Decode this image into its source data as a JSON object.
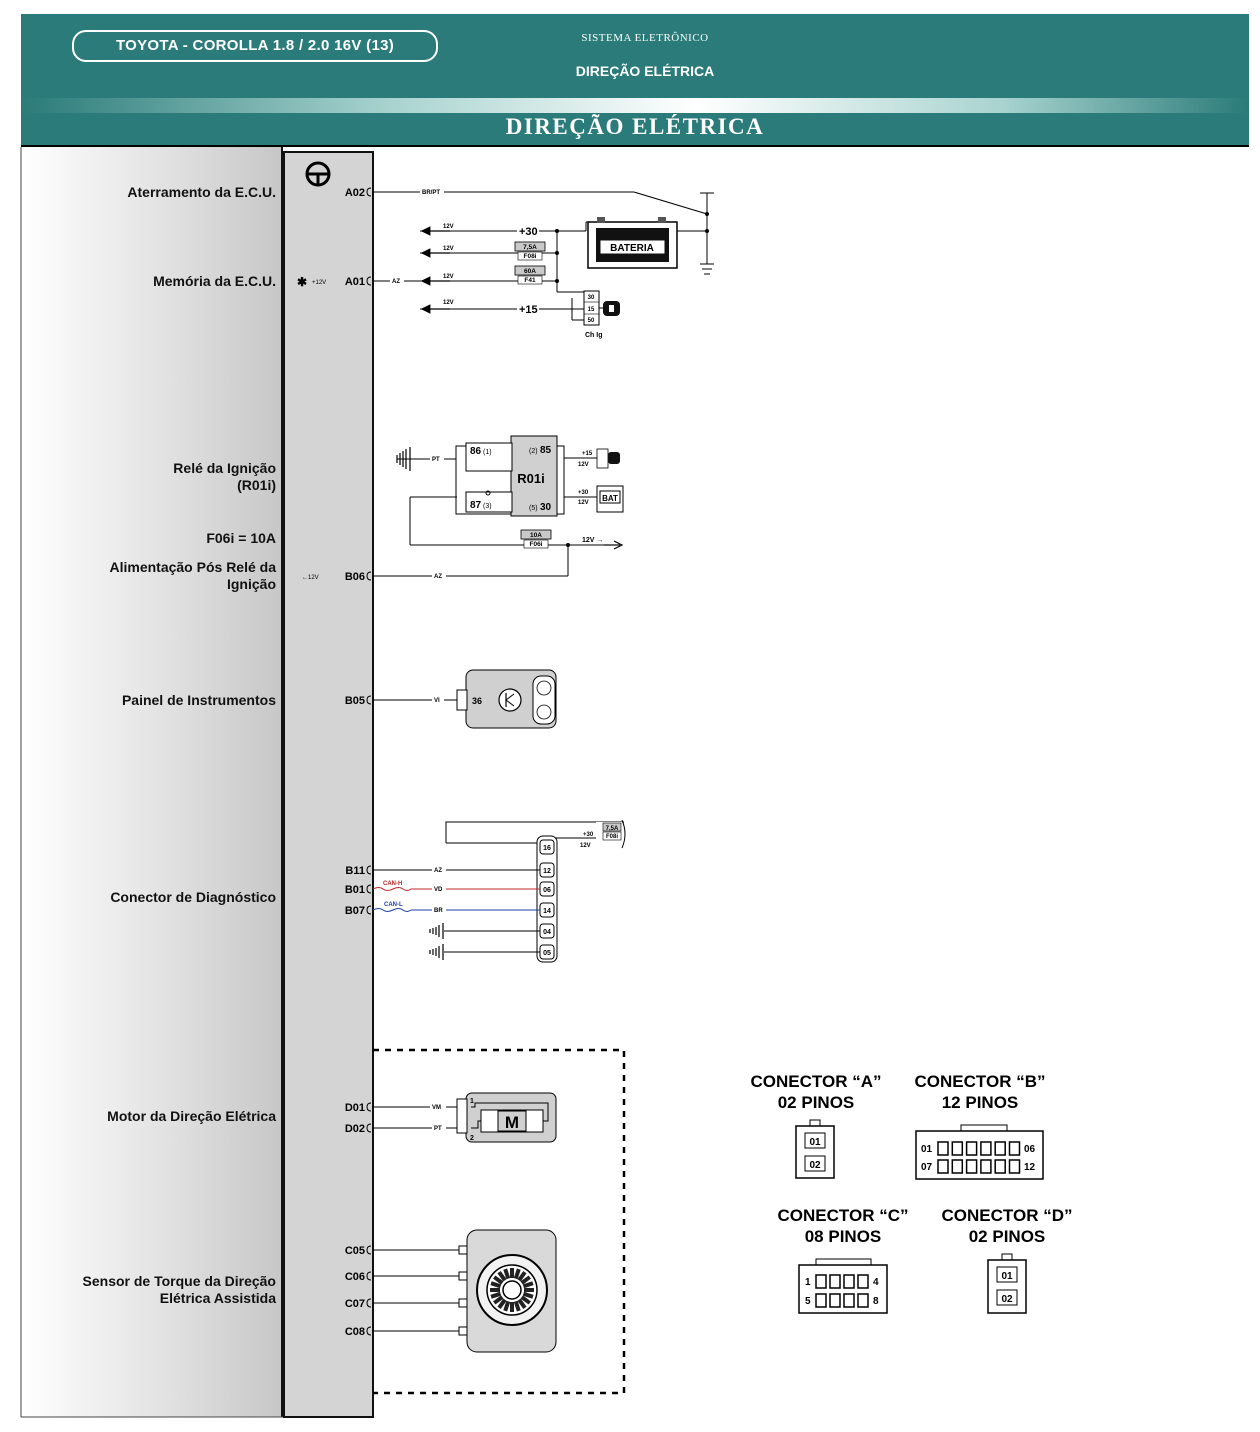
{
  "header": {
    "vehicle": "TOYOTA - COROLLA 1.8 / 2.0 16V (13)",
    "system": "SISTEMA ELETRÔNICO",
    "subtitle": "DIREÇÃO ELÉTRICA",
    "title": "DIREÇÃO ELÉTRICA"
  },
  "components": [
    {
      "id": "ground",
      "lines": [
        "Aterramento da E.C.U."
      ]
    },
    {
      "id": "memory",
      "lines": [
        "Memória da E.C.U."
      ]
    },
    {
      "id": "relay",
      "lines": [
        "Relé da Ignição",
        "(R01i)"
      ]
    },
    {
      "id": "fuse",
      "lines": [
        "F06i = 10A"
      ]
    },
    {
      "id": "post-relay",
      "lines": [
        "Alimentação Pós Relé da",
        "Ignição"
      ]
    },
    {
      "id": "cluster",
      "lines": [
        "Painel de Instrumentos"
      ]
    },
    {
      "id": "diag",
      "lines": [
        "Conector de Diagnóstico"
      ]
    },
    {
      "id": "motor",
      "lines": [
        "Motor da Direção Elétrica"
      ]
    },
    {
      "id": "torque",
      "lines": [
        "Sensor de Torque da Direção",
        "Elétrica Assistida"
      ]
    }
  ],
  "pins": {
    "a02": "A02",
    "a01": "A01",
    "b06": "B06",
    "b05": "B05",
    "b11": "B11",
    "b01": "B01",
    "b07": "B07",
    "d01": "D01",
    "d02": "D02",
    "c05": "C05",
    "c06": "C06",
    "c07": "C07",
    "c08": "C08"
  },
  "ecu_notes": {
    "star": "✱",
    "a01_volt": "+12V",
    "b06_volt": "←12V"
  },
  "wires": {
    "brpt": "BR/PT",
    "az": "AZ",
    "pt": "PT",
    "vi": "VI",
    "vd": "VD",
    "br": "BR",
    "vm": "VM",
    "can_h": "CAN-H",
    "can_l": "CAN-L",
    "v12": "12V",
    "v12_arrow": "12V →"
  },
  "power": {
    "plus30": "+30",
    "plus15": "+15",
    "battery": "BATERIA",
    "bat": "BAT",
    "f08i_val": "7,5A",
    "f08i": "F08i",
    "f41_val": "60A",
    "f41": "F41",
    "f06i_val": "10A",
    "f06i": "F06i",
    "switch_label": "Ch Ig",
    "sw30": "30",
    "sw15": "15",
    "sw50": "50"
  },
  "relay": {
    "name": "R01i",
    "p86": "86",
    "p86n": "(1)",
    "p87": "87",
    "p87n": "(3)",
    "p85": "85",
    "p85n": "(2)",
    "p30": "30",
    "p30n": "(5)",
    "mini_plus15": "+15",
    "mini_plus30": "+30"
  },
  "cluster": {
    "pin": "36"
  },
  "diag_pins": [
    "16",
    "12",
    "06",
    "14",
    "04",
    "05"
  ],
  "motor": {
    "symbol": "M",
    "pin1": "1",
    "pin2": "2"
  },
  "connectors": {
    "a": {
      "title": "CONECTOR “A”",
      "pins": "02 PINOS",
      "p1": "01",
      "p2": "02"
    },
    "b": {
      "title": "CONECTOR “B”",
      "pins": "12 PINOS",
      "tl": "01",
      "tr": "06",
      "bl": "07",
      "br": "12"
    },
    "c": {
      "title": "CONECTOR “C”",
      "pins": "08 PINOS",
      "tl": "1",
      "tr": "4",
      "bl": "5",
      "br": "8"
    },
    "d": {
      "title": "CONECTOR “D”",
      "pins": "02 PINOS",
      "p1": "01",
      "p2": "02"
    }
  },
  "colors": {
    "header": "#2a7b79",
    "header_dark": "#1e6462",
    "ecu": "#d4d4d4",
    "can_h": "#c0282a",
    "can_l": "#1f3ea8"
  }
}
